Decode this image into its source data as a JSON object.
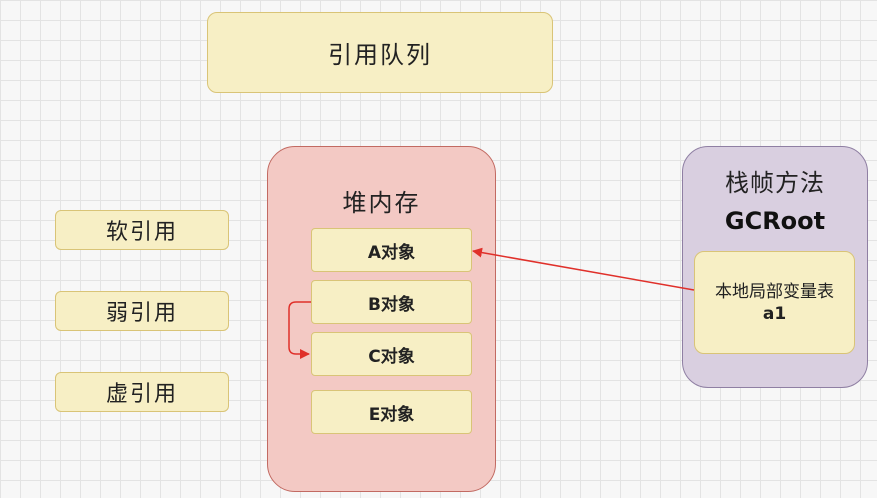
{
  "reference_queue": "引用队列",
  "references": [
    {
      "label": "软引用"
    },
    {
      "label": "弱引用"
    },
    {
      "label": "虚引用"
    }
  ],
  "heap": {
    "title": "堆内存",
    "objects": [
      {
        "label": "A对象"
      },
      {
        "label": "B对象"
      },
      {
        "label": "C对象"
      },
      {
        "label": "E对象"
      }
    ]
  },
  "stack_frame": {
    "title": "栈帧方法",
    "gc_root": "GCRoot",
    "local_table": "本地局部变量表",
    "local_var": "a1"
  },
  "colors": {
    "arrow": "#e0302a"
  }
}
